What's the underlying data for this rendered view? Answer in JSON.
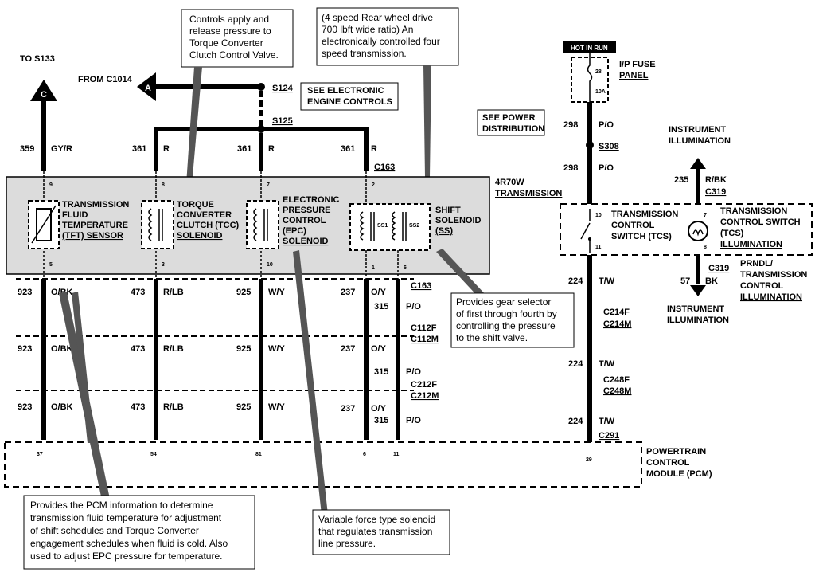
{
  "top_left": {
    "to_label": "TO S133",
    "connector_c": "C",
    "from_label": "FROM C1014",
    "connector_a": "A"
  },
  "splices": {
    "s124": "S124",
    "s125": "S125",
    "see_eec_1": "SEE ELECTRONIC",
    "see_eec_2": "ENGINE CONTROLS"
  },
  "callouts": {
    "ctrl": [
      "Controls apply and",
      "release pressure to",
      "Torque Converter",
      "Clutch Control Valve."
    ],
    "trans": [
      "(4 speed Rear wheel drive",
      "700 lbft wide ratio) An",
      "electronically controlled four",
      "speed transmission."
    ],
    "gear": [
      "Provides gear selector",
      "of first through fourth by",
      "controlling the pressure",
      "to the shift valve."
    ],
    "tft": [
      "Provides the PCM information to determine",
      "transmission fluid temperature for adjustment",
      "of shift schedules and Torque Converter",
      "engagement schedules when fluid is cold.  Also",
      "used to adjust EPC pressure for temperature."
    ],
    "vfs": [
      "Variable force type solenoid",
      "that regulates transmission",
      "line pressure."
    ]
  },
  "upper_wires": [
    {
      "num": "359",
      "color": "GY/R"
    },
    {
      "num": "361",
      "color": "R"
    },
    {
      "num": "361",
      "color": "R"
    },
    {
      "num": "361",
      "color": "R"
    }
  ],
  "c163_top": "C163",
  "transmission": {
    "label_1": "4R70W",
    "label_2": "TRANSMISSION"
  },
  "components": [
    {
      "name": [
        "TRANSMISSION",
        "FLUID",
        "TEMPERATURE",
        "(TFT) SENSOR"
      ],
      "pin_top": "9",
      "pin_bottom": "5"
    },
    {
      "name": [
        "TORQUE",
        "CONVERTER",
        "CLUTCH (TCC)",
        "SOLENOID"
      ],
      "pin_top": "8",
      "pin_bottom": "3"
    },
    {
      "name": [
        "ELECTRONIC",
        "PRESSURE",
        "CONTROL",
        "(EPC)",
        "SOLENOID"
      ],
      "pin_top": "7",
      "pin_bottom": "10"
    },
    {
      "name": [
        "SHIFT",
        "SOLENOID",
        "(SS)"
      ],
      "pin_top": "2",
      "pin_bottom_1": "1",
      "pin_bottom_2": "6",
      "ss1": "SS1",
      "ss2": "SS2"
    }
  ],
  "lower_rows": [
    {
      "connector": [
        "C163"
      ],
      "wires": [
        [
          "923",
          "O/BK"
        ],
        [
          "473",
          "R/LB"
        ],
        [
          "925",
          "W/Y"
        ],
        [
          "237",
          "O/Y"
        ],
        [
          "315",
          "P/O"
        ]
      ]
    },
    {
      "connector": [
        "C112F",
        "C112M"
      ],
      "wires": [
        [
          "923",
          "O/BK"
        ],
        [
          "473",
          "R/LB"
        ],
        [
          "925",
          "W/Y"
        ],
        [
          "237",
          "O/Y"
        ],
        [
          "315",
          "P/O"
        ]
      ]
    },
    {
      "connector": [
        "C212F",
        "C212M"
      ],
      "wires": [
        [
          "923",
          "O/BK"
        ],
        [
          "473",
          "R/LB"
        ],
        [
          "925",
          "W/Y"
        ],
        [
          "237",
          "O/Y"
        ],
        [
          "315",
          "P/O"
        ]
      ]
    }
  ],
  "pcm": {
    "pins": [
      "37",
      "54",
      "81",
      "6",
      "11",
      "29"
    ],
    "label": [
      "POWERTRAIN",
      "CONTROL",
      "MODULE (PCM)"
    ]
  },
  "right": {
    "hot": "HOT IN RUN",
    "fuse_num": "28",
    "fuse_amp": "10A",
    "fuse_panel": [
      "I/P FUSE",
      "PANEL"
    ],
    "see_power": [
      "SEE POWER",
      "DISTRIBUTION"
    ],
    "w298a": [
      "298",
      "P/O"
    ],
    "s308": "S308",
    "w298b": [
      "298",
      "P/O"
    ],
    "inst_top": [
      "INSTRUMENT",
      "ILLUMINATION"
    ],
    "w235": [
      "235",
      "R/BK"
    ],
    "c319a": "C319",
    "tcs_label": [
      "TRANSMISSION",
      "CONTROL",
      "SWITCH (TCS)"
    ],
    "tcs_illum": [
      "TRANSMISSION",
      "CONTROL SWITCH",
      "(TCS)",
      "ILLUMINATION"
    ],
    "pins": {
      "p10": "10",
      "p11": "11",
      "p7": "7",
      "p8": "8"
    },
    "c319b": "C319",
    "prndl": [
      "PRNDL/",
      "TRANSMISSION",
      "CONTROL",
      "ILLUMINATION"
    ],
    "w57": [
      "57",
      "BK"
    ],
    "inst_bot": [
      "INSTRUMENT",
      "ILLUMINATION"
    ],
    "w224a": [
      "224",
      "T/W"
    ],
    "c214": [
      "C214F",
      "C214M"
    ],
    "w224b": [
      "224",
      "T/W"
    ],
    "c248": [
      "C248F",
      "C248M"
    ],
    "w224c": [
      "224",
      "T/W"
    ],
    "c291": "C291"
  }
}
